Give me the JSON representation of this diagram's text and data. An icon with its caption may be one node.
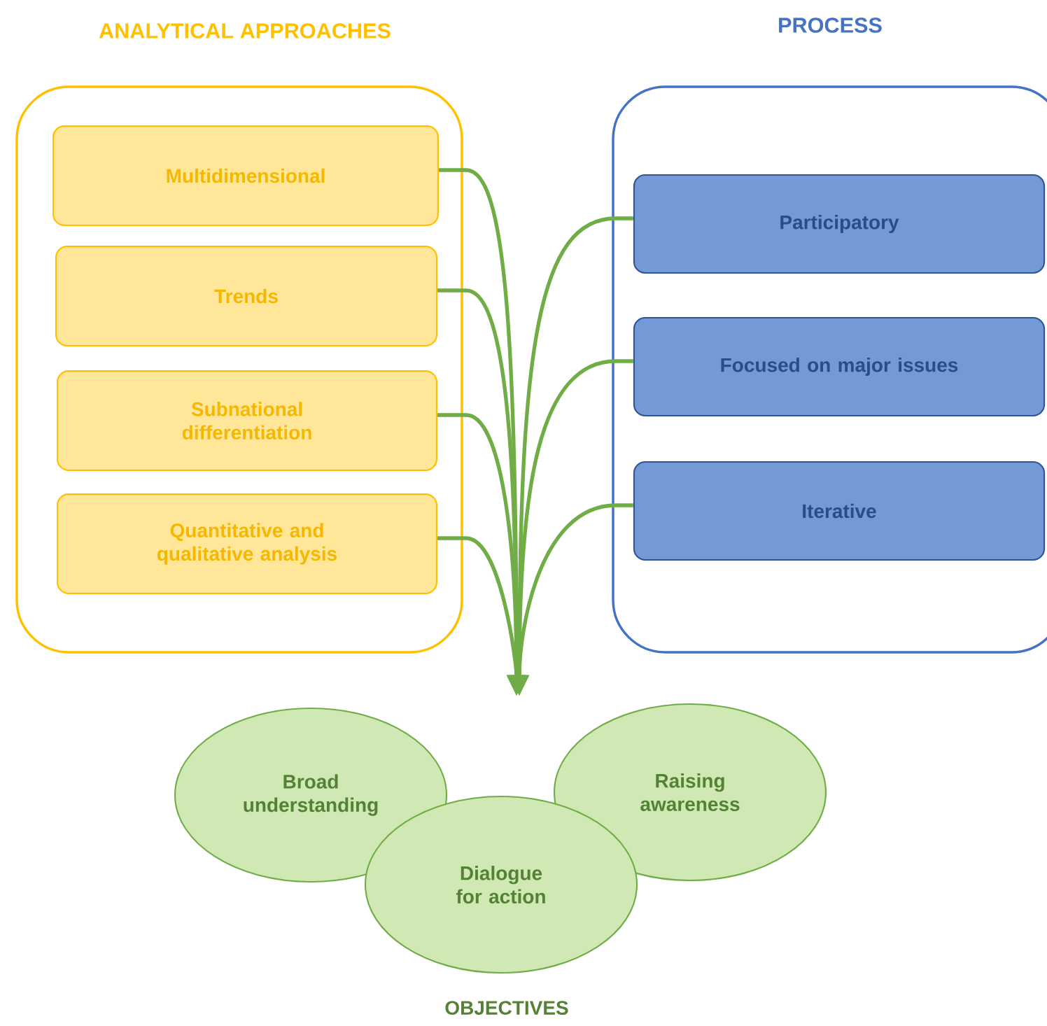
{
  "diagram": {
    "nodes": [
      {
        "text": [
          "ANALYTICAL APPROACHES"
        ]
      },
      {
        "text": [
          "Multidimensional"
        ],
        "in": 0
      },
      {
        "text": [
          "Trends"
        ],
        "in": 0
      },
      {
        "text": [
          "Subnational differentiation"
        ],
        "in": 0
      },
      {
        "text": [
          "Quantitative and qualitative analysis"
        ],
        "in": 0
      },
      {
        "text": [
          "PROCESS"
        ]
      },
      {
        "text": [
          "Participatory"
        ],
        "in": 5
      },
      {
        "text": [
          "Focused on major issues"
        ],
        "in": 5
      },
      {
        "text": [
          "Iterative"
        ],
        "in": 5
      },
      {
        "text": [
          "Broad understanding"
        ]
      },
      {
        "text": [
          "Raising awareness"
        ]
      },
      {
        "text": [
          "Dialogue for action"
        ]
      }
    ],
    "edges": [
      {
        "from": 1,
        "to": null,
        "arrow": "to"
      },
      {
        "from": 2,
        "to": null,
        "arrow": "to"
      },
      {
        "from": 3,
        "to": null,
        "arrow": "to"
      },
      {
        "from": 4,
        "to": null,
        "arrow": "to"
      },
      {
        "from": 6,
        "to": null,
        "arrow": "to"
      },
      {
        "from": 7,
        "to": null,
        "arrow": "to"
      },
      {
        "from": 8,
        "to": null,
        "arrow": "to"
      }
    ],
    "labels": [
      "OBJECTIVES"
    ]
  }
}
